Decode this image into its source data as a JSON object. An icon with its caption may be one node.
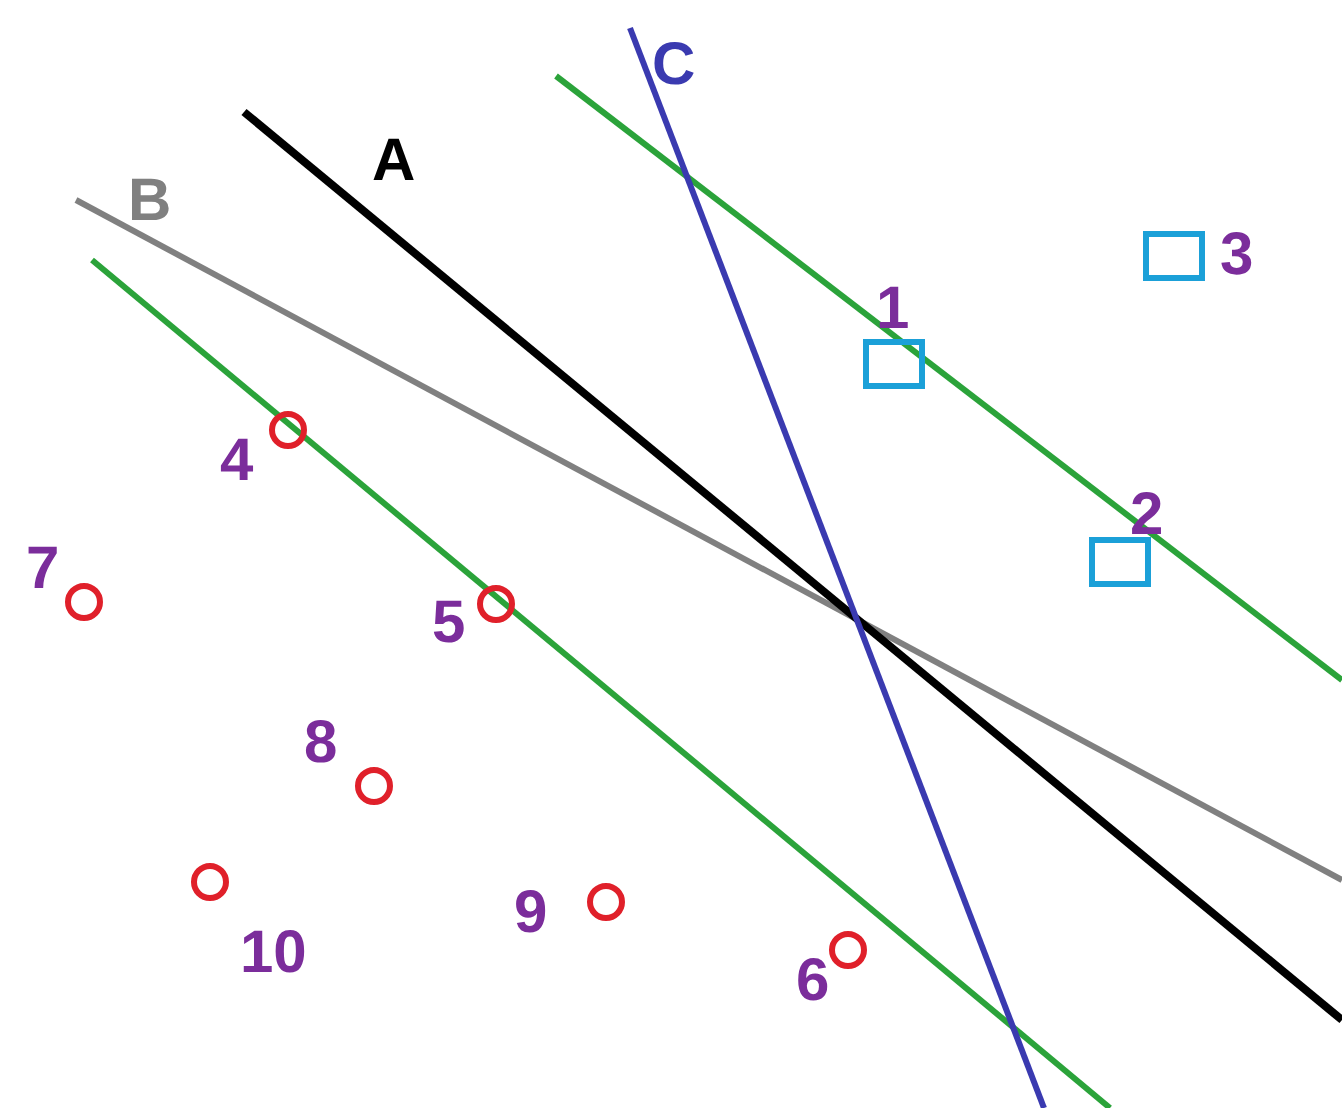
{
  "diagram": {
    "labels": [
      "C",
      "A",
      "B",
      "3",
      "1",
      "4",
      "2",
      "7",
      "5",
      "8",
      "9",
      "10",
      "6"
    ]
  }
}
